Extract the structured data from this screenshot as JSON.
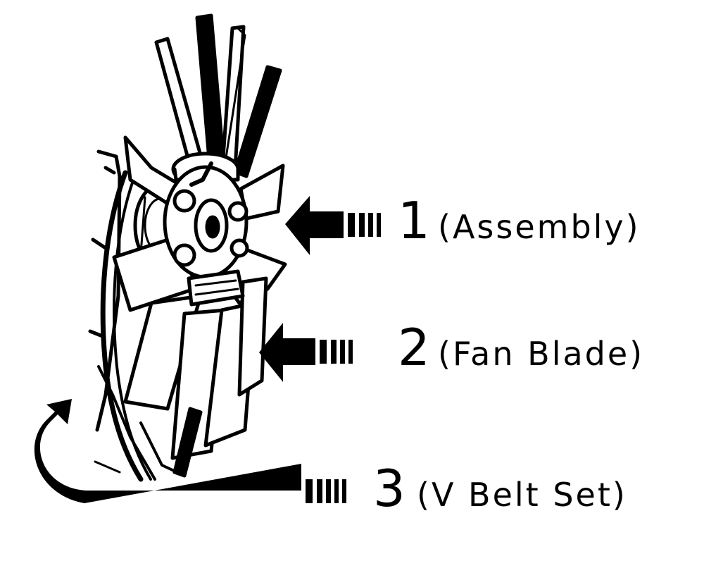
{
  "diagram": {
    "colors": {
      "ink": "#000000",
      "paper": "#ffffff"
    },
    "callouts": [
      {
        "number": "1",
        "label": "(Assembly)"
      },
      {
        "number": "2",
        "label": "(Fan Blade)"
      },
      {
        "number": "3",
        "label": "(V Belt Set)"
      }
    ]
  }
}
